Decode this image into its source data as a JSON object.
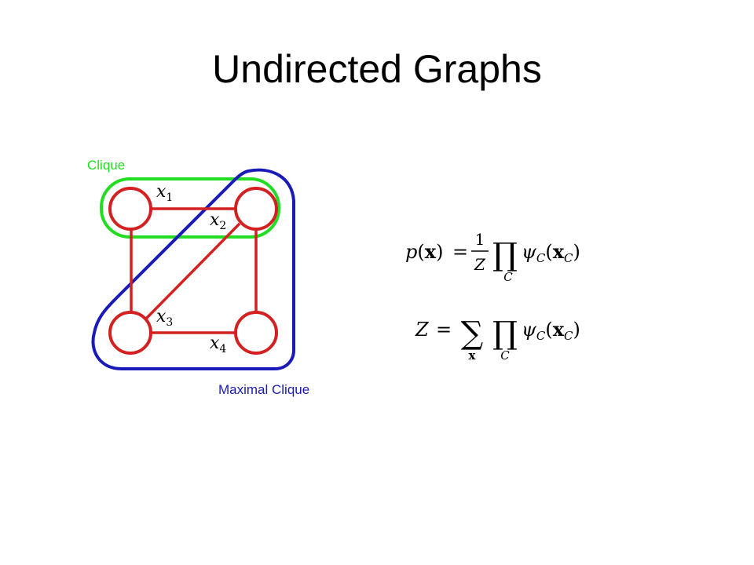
{
  "slide": {
    "title": "Undirected Graphs"
  },
  "annotations": {
    "clique_label": "Clique",
    "maximal_clique_label": "Maximal Clique",
    "clique_color": "#22dd22",
    "maximal_clique_color": "#1a1ab8"
  },
  "graph": {
    "node_color": "#d42020",
    "edge_color": "#d42020",
    "nodes": [
      {
        "id": "x1",
        "var": "x",
        "sub": "1"
      },
      {
        "id": "x2",
        "var": "x",
        "sub": "2"
      },
      {
        "id": "x3",
        "var": "x",
        "sub": "3"
      },
      {
        "id": "x4",
        "var": "x",
        "sub": "4"
      }
    ],
    "edges": [
      [
        "x1",
        "x2"
      ],
      [
        "x1",
        "x3"
      ],
      [
        "x2",
        "x3"
      ],
      [
        "x2",
        "x4"
      ],
      [
        "x3",
        "x4"
      ]
    ]
  },
  "equations": {
    "joint": {
      "lhs_fn": "p",
      "lhs_arg": "x",
      "eq": "=",
      "frac_num": "1",
      "frac_den": "Z",
      "prod": "∏",
      "prod_sub": "C",
      "psi": "ψ",
      "psi_sub": "C",
      "arg_open": "(",
      "arg_var": "x",
      "arg_sub": "C",
      "arg_close": ")"
    },
    "partition": {
      "lhs": "Z",
      "eq": "=",
      "sum": "∑",
      "sum_sub": "x",
      "prod": "∏",
      "prod_sub": "C",
      "psi": "ψ",
      "psi_sub": "C",
      "arg_open": "(",
      "arg_var": "x",
      "arg_sub": "C",
      "arg_close": ")"
    }
  }
}
